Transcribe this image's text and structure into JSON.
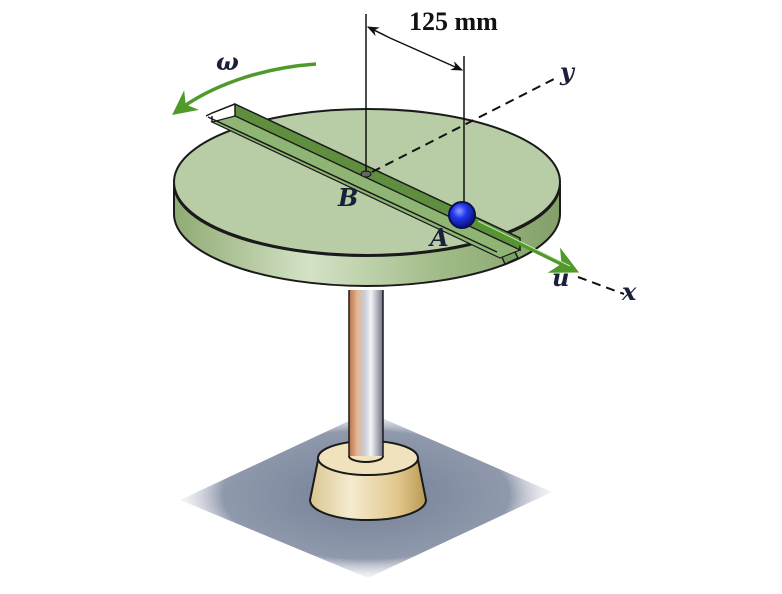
{
  "figure": {
    "dimension_label": "125 mm",
    "angular_velocity_label": "ω",
    "point_b_label": "B",
    "point_a_label": "A",
    "velocity_label": "u",
    "x_axis_label": "x",
    "y_axis_label": "y"
  },
  "colors": {
    "disk_top": "#b7cca3",
    "disk_side": "#9db883",
    "slot": "#5f8f3e",
    "arrow_green": "#4f9a2a",
    "ball": "#1f2fe0",
    "shaft_light": "#d9dde6",
    "shaft_dark": "#7b8294",
    "shaft_copper": "#c98a5a",
    "base": "#e6d4a4",
    "shadow": "#7c879c"
  }
}
